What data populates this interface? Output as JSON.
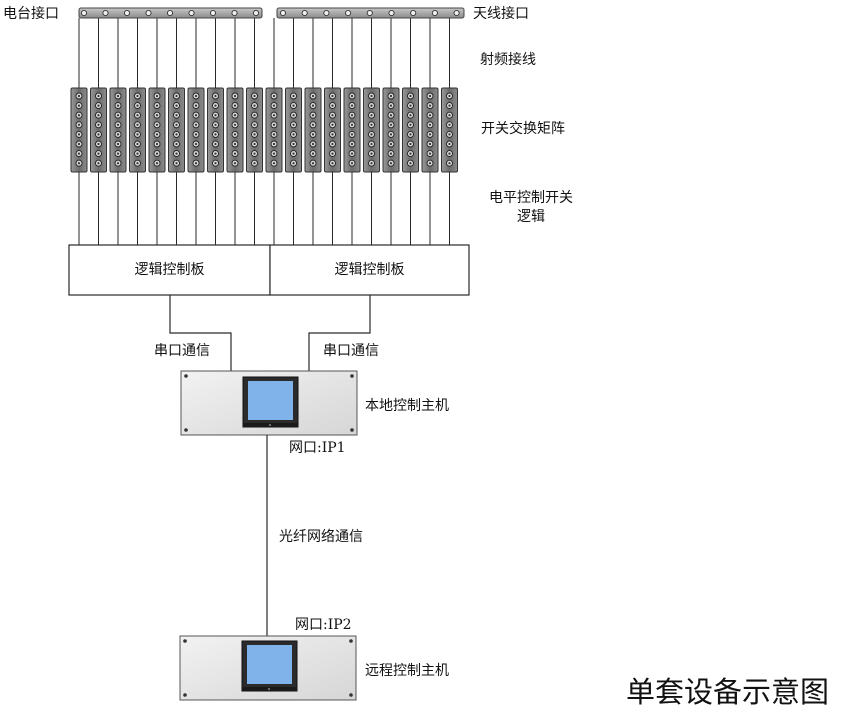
{
  "labels": {
    "station_interface": "电台接口",
    "antenna_interface": "天线接口",
    "rf_cable": "射频接线",
    "switch_matrix": "开关交换矩阵",
    "level_control_line1": "电平控制开关",
    "level_control_line2": "逻辑",
    "logic_board_left": "逻辑控制板",
    "logic_board_right": "逻辑控制板",
    "serial_left": "串口通信",
    "serial_right": "串口通信",
    "local_host": "本地控制主机",
    "net_port_ip1": "网口:IP1",
    "fiber_link": "光纤网络通信",
    "net_port_ip2": "网口:IP2",
    "remote_host": "远程控制主机",
    "title": "单套设备示意图"
  },
  "colors": {
    "line": "#2a2a2a",
    "module_body": "#6f6f6f",
    "host_panel": "#e6e6e6",
    "screen": "#7fb3ea"
  }
}
